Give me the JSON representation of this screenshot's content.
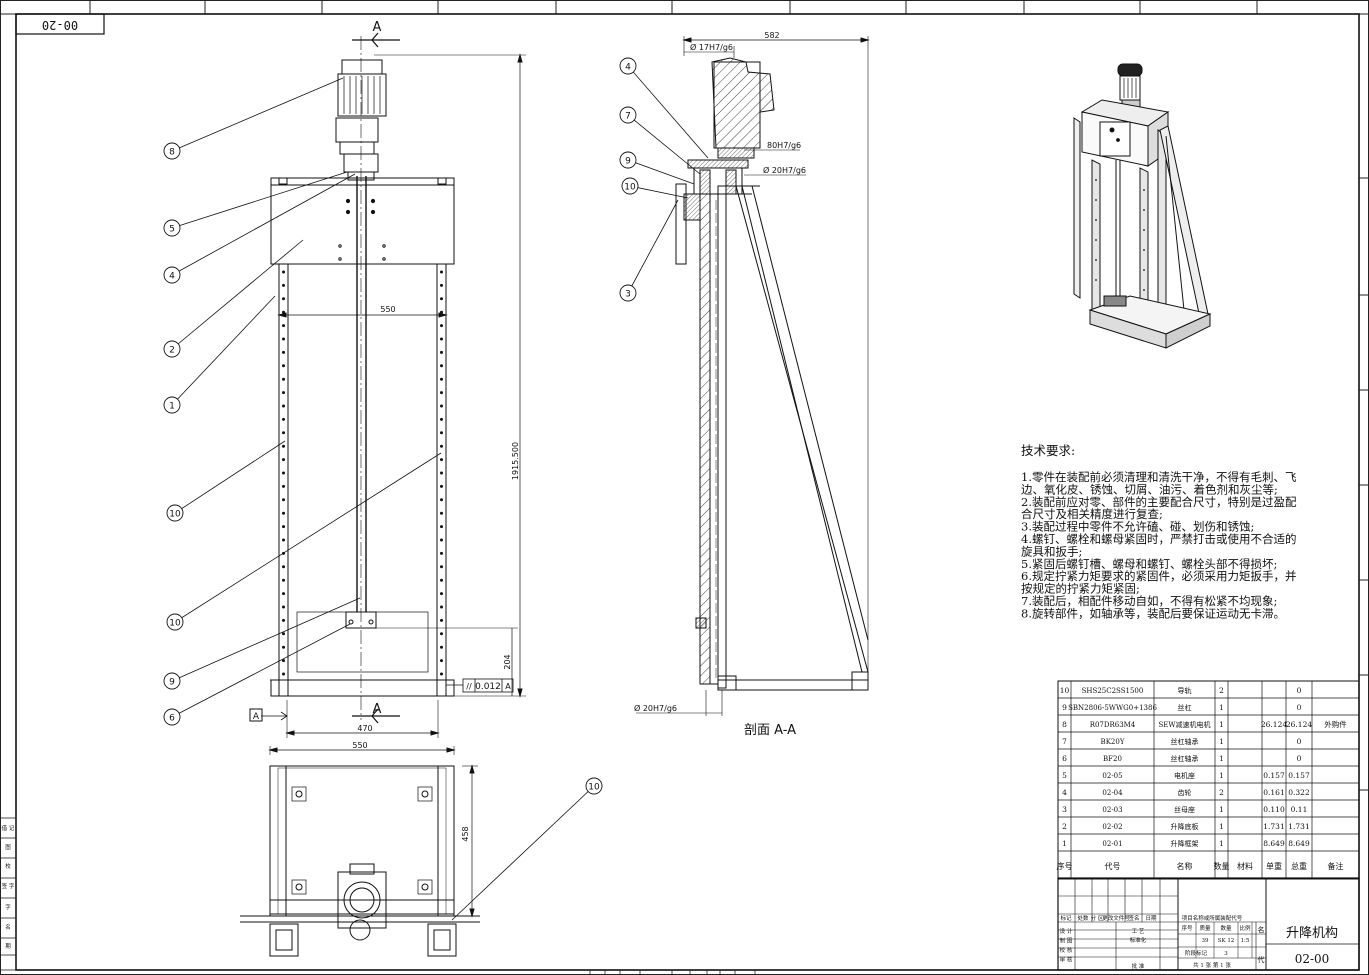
{
  "sheet_tag": "00-20",
  "section_marks": {
    "top": "A",
    "bottom": "A"
  },
  "section_caption": "剖面 A-A",
  "datum_label": "A",
  "tolerance_frame": {
    "symbol": "//",
    "value": "0.012",
    "datum": "A"
  },
  "dimensions": {
    "front_inner_width": "550",
    "front_height": "1915.500",
    "front_bottom_height": "204",
    "front_base_width": "470",
    "top_view_width": "550",
    "top_view_depth": "458",
    "section_overall_width": "582",
    "fit_top": "Ø 17H7/g6",
    "fit_mid": "80H7/g6",
    "fit_shaft": "Ø 20H7/g6",
    "fit_bottom": "Ø 20H7/g6"
  },
  "balloons_front": [
    "8",
    "5",
    "4",
    "2",
    "1",
    "10",
    "10",
    "9",
    "6"
  ],
  "balloons_top": [
    "10"
  ],
  "balloons_section": [
    "4",
    "7",
    "9",
    "10",
    "3"
  ],
  "notes": {
    "title": "技术要求:",
    "lines": [
      "1.零件在装配前必须清理和清洗干净，不得有毛刺、飞",
      "边、氧化皮、锈蚀、切屑、油污、着色剂和灰尘等;",
      "2.装配前应对零、部件的主要配合尺寸，特别是过盈配",
      "合尺寸及相关精度进行复查;",
      "3.装配过程中零件不允许磕、碰、划伤和锈蚀;",
      "4.螺钉、螺栓和螺母紧固时，严禁打击或使用不合适的",
      "旋具和扳手;",
      "5.紧固后螺钉槽、螺母和螺钉、螺栓头部不得损坏;",
      "6.规定拧紧力矩要求的紧固件，必须采用力矩扳手，并",
      "按规定的拧紧力矩紧固;",
      "7.装配后，相配件移动自如，不得有松紧不均现象;",
      "8.旋转部件，如轴承等，装配后要保证运动无卡滞。"
    ]
  },
  "bom": {
    "headers": [
      "序号",
      "代号",
      "名称",
      "数量",
      "材料",
      "单重",
      "总重",
      "备注"
    ],
    "rows": [
      [
        "10",
        "SHS25C2SS1500",
        "导轨",
        "2",
        "",
        "",
        "0",
        ""
      ],
      [
        "9",
        "SBN2806-5WWG0+1386",
        "丝杠",
        "1",
        "",
        "",
        "0",
        ""
      ],
      [
        "8",
        "R07DR63M4",
        "SEW减速机电机",
        "1",
        "",
        "26.124",
        "26.124",
        "外购件"
      ],
      [
        "7",
        "BK20Y",
        "丝杠轴承",
        "1",
        "",
        "",
        "0",
        ""
      ],
      [
        "6",
        "BF20",
        "丝杠轴承",
        "1",
        "",
        "",
        "0",
        ""
      ],
      [
        "5",
        "02-05",
        "电机座",
        "1",
        "",
        "0.157",
        "0.157",
        ""
      ],
      [
        "4",
        "02-04",
        "齿轮",
        "2",
        "",
        "0.161",
        "0.322",
        ""
      ],
      [
        "3",
        "02-03",
        "丝母座",
        "1",
        "",
        "0.110",
        "0.11",
        ""
      ],
      [
        "2",
        "02-02",
        "升降底板",
        "1",
        "",
        "1.731",
        "1.731",
        ""
      ],
      [
        "1",
        "02-01",
        "升降框架",
        "1",
        "",
        "8.649",
        "8.649",
        ""
      ]
    ]
  },
  "title_block": {
    "row_labels": [
      "标记",
      "处数",
      "分 区",
      "更改文件号",
      "签名",
      "日期"
    ],
    "role_labels": [
      "设 计",
      "制 图",
      "校 核",
      "审 核"
    ],
    "mid_labels": [
      "工 艺",
      "标准化",
      "批 准"
    ],
    "project_label": "项目名称或所属装配代号",
    "attr_labels": [
      "序号",
      "质量",
      "数量",
      "比例"
    ],
    "attr_values": [
      "",
      "39",
      "SK 12",
      "1:5"
    ],
    "stage_label": "阶段标记",
    "stage_value": "3",
    "sheet_info": "共 1 张   第 1 张",
    "name_char": "名",
    "code_char": "代",
    "drawing_name": "升降机构",
    "drawing_no": "02-00"
  },
  "left_margin_labels": [
    "借 记",
    "图",
    "校",
    "签 字",
    "字",
    "名",
    "期"
  ]
}
